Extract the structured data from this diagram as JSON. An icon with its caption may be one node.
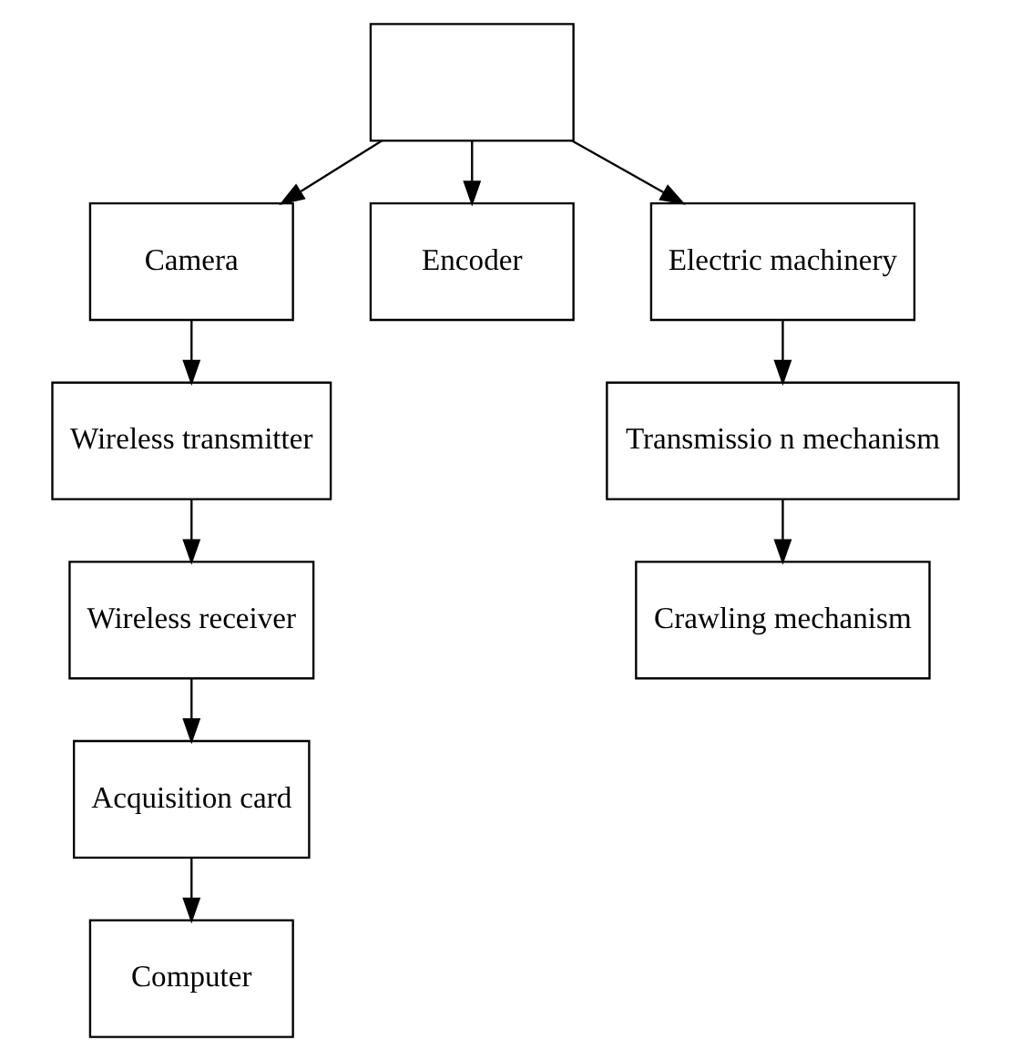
{
  "diagram": {
    "nodes": [
      {
        "text": [
          "Camera"
        ]
      },
      {
        "text": [
          "Encoder"
        ]
      },
      {
        "text": [
          "Wireless transmitter"
        ]
      },
      {
        "text": [],
        "shape": "box"
      },
      {
        "text": [
          "Electric machinery"
        ]
      },
      {
        "text": [
          "Wireless receiver"
        ]
      },
      {
        "text": [
          "Transmissio n mechanism"
        ]
      },
      {
        "text": [
          "Acquisition card"
        ]
      },
      {
        "text": [
          "Crawling mechanism"
        ]
      },
      {
        "text": [
          "Computer"
        ]
      }
    ],
    "edges": [
      {
        "from": 3,
        "to": 0,
        "arrow": "to"
      },
      {
        "from": 3,
        "to": 1,
        "arrow": "to"
      },
      {
        "from": 3,
        "to": 4,
        "arrow": "to"
      },
      {
        "from": 4,
        "to": 6,
        "arrow": "to"
      },
      {
        "from": 6,
        "to": 8,
        "arrow": "to"
      },
      {
        "from": 0,
        "to": 2,
        "arrow": "to"
      },
      {
        "from": 2,
        "to": 5,
        "arrow": "to"
      },
      {
        "from": 5,
        "to": 7,
        "arrow": "to"
      },
      {
        "from": 7,
        "to": 9,
        "arrow": "to"
      }
    ]
  }
}
